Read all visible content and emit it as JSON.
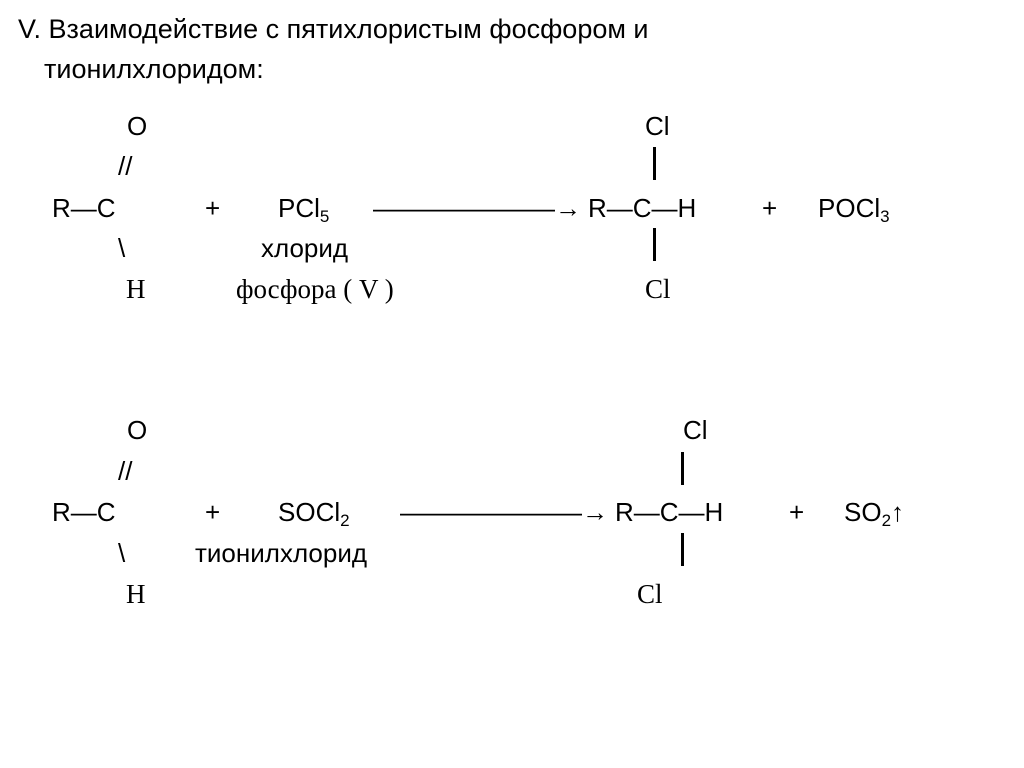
{
  "slide": {
    "title_line1": "V. Взаимодействие с пятихлористым фосфором и",
    "title_line2": "тионилхлоридом:"
  },
  "reaction1": {
    "reactant_o": "O",
    "reactant_double_bond": "//",
    "reactant_core": "R—C",
    "reactant_single_bond": "\\",
    "reactant_h": "H",
    "plus1": "+",
    "reagent_base": "PCl",
    "reagent_sub": "5",
    "reagent_name_line1": "хлорид",
    "reagent_name_line2": "фосфора ( V )",
    "arrow": "———————→",
    "product_cl_top": "Cl",
    "product_core": "R—C—H",
    "product_cl_bottom": "Cl",
    "plus2": "+",
    "byproduct_base": "POCl",
    "byproduct_sub": "3"
  },
  "reaction2": {
    "reactant_o": "O",
    "reactant_double_bond": "//",
    "reactant_core": "R—C",
    "reactant_single_bond": "\\",
    "reactant_h": "H",
    "plus1": "+",
    "reagent_base": "SOCl",
    "reagent_sub": "2",
    "reagent_name_line1": "тионилхлорид",
    "arrow": "———————→",
    "product_cl_top": "Cl",
    "product_core": "R—C—H",
    "product_cl_bottom": "Cl",
    "plus2": "+",
    "byproduct_base": "SO",
    "byproduct_sub": "2",
    "gas_arrow": "↑"
  }
}
